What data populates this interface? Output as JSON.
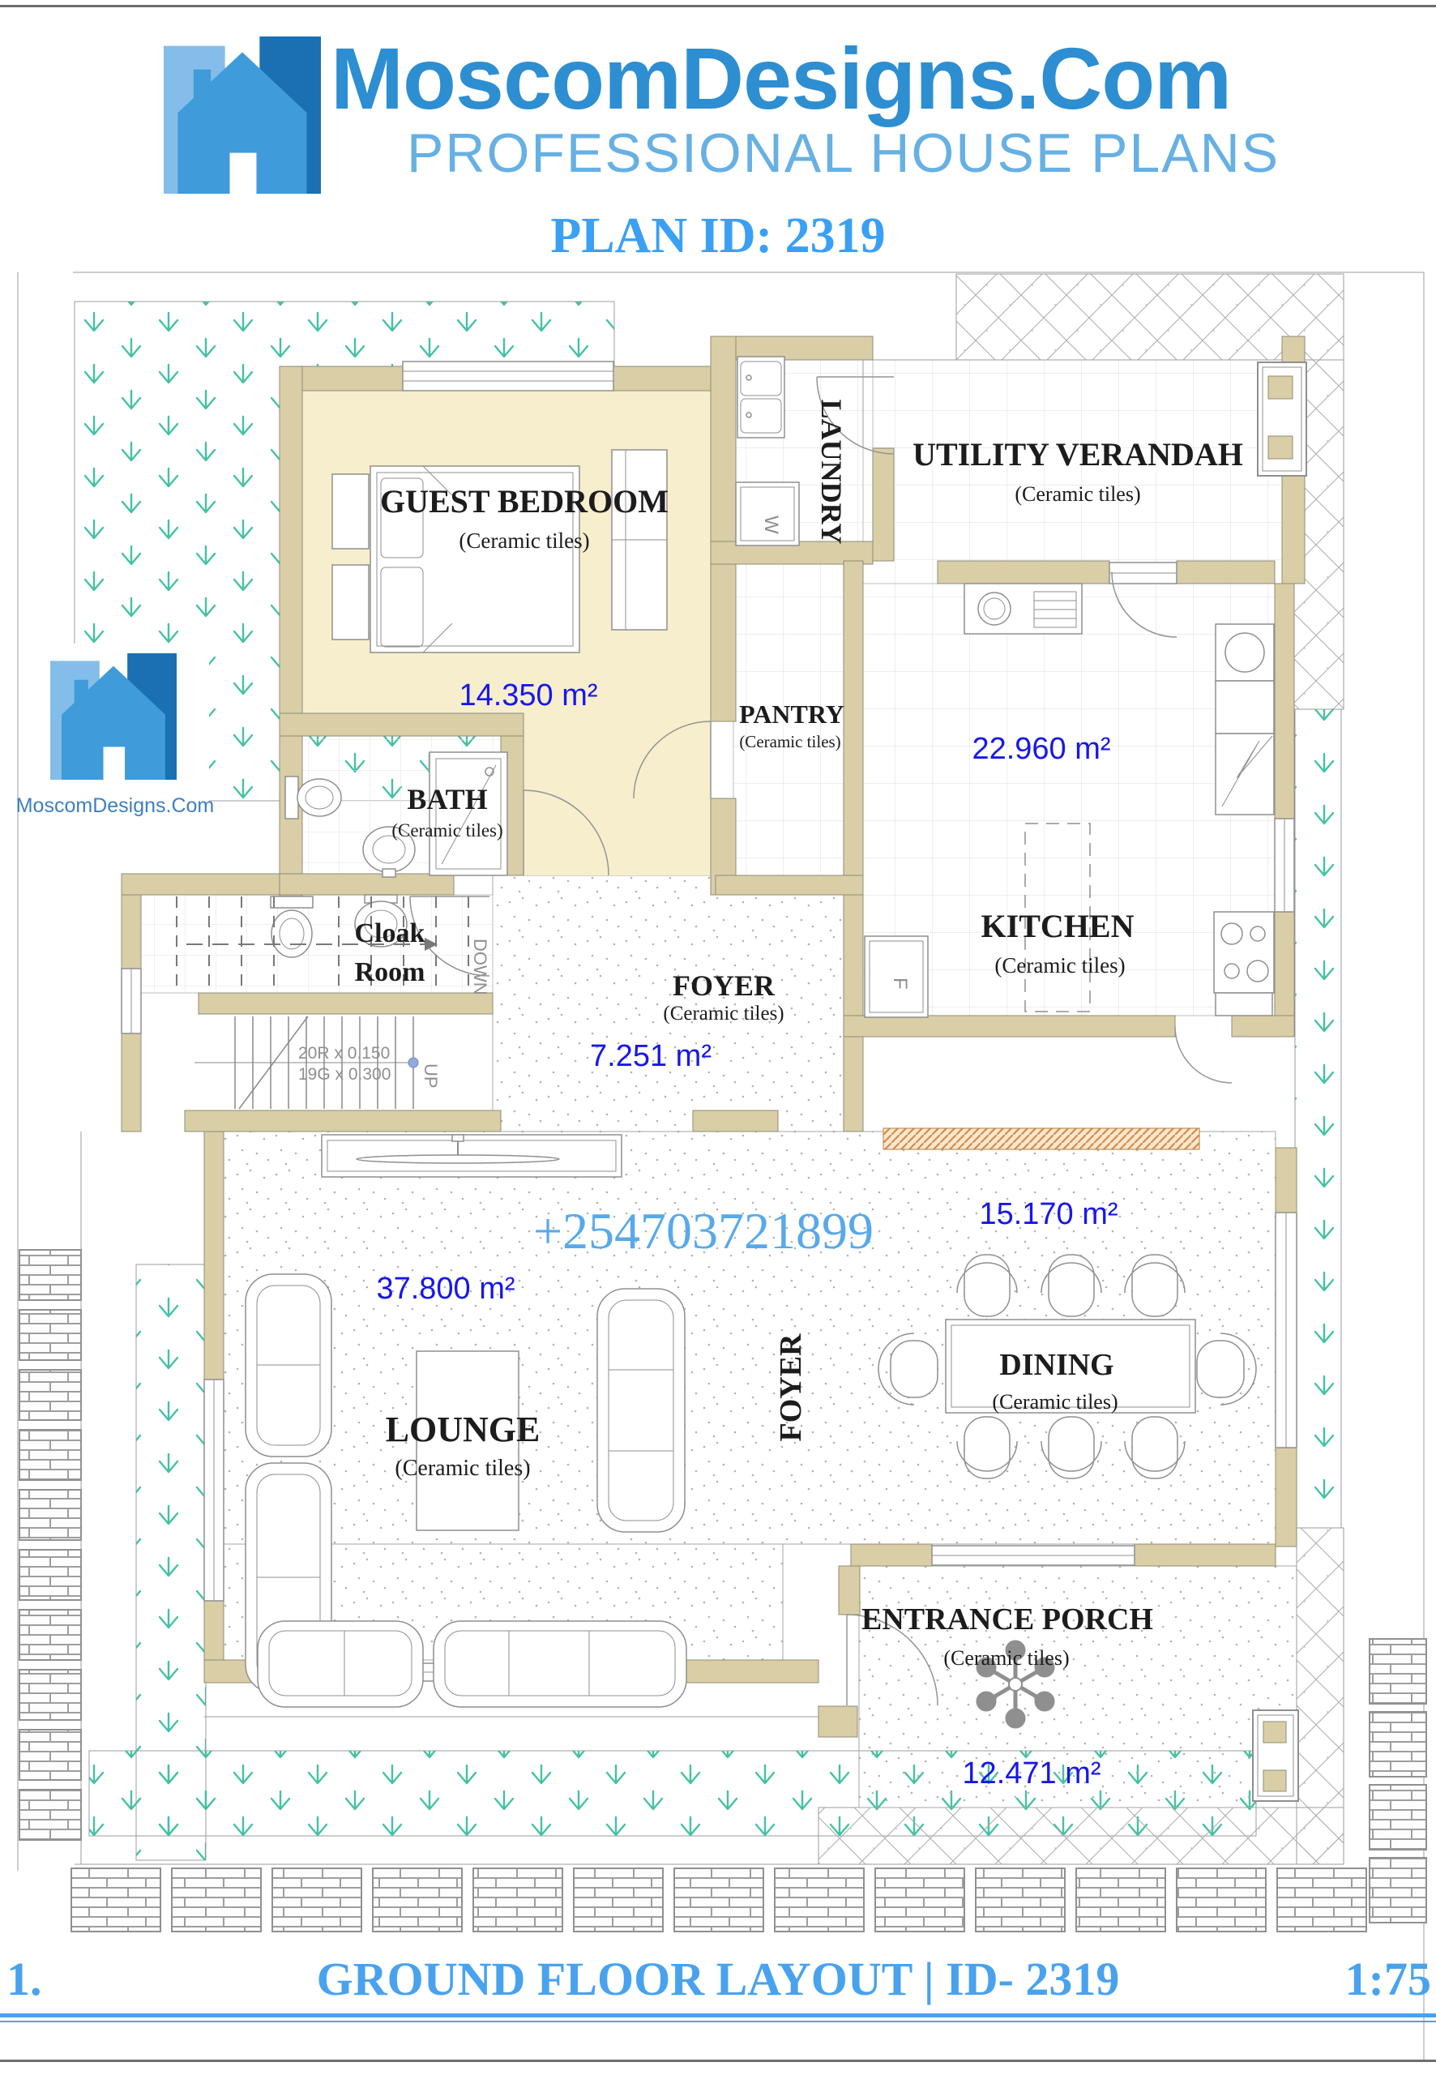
{
  "header": {
    "brand": "MoscomDesigns.Com",
    "tagline": "PROFESSIONAL HOUSE PLANS",
    "plan_id": "PLAN ID: 2319"
  },
  "watermark": {
    "brand": "MoscomDesigns.Com"
  },
  "contact": {
    "phone": "+254703721899"
  },
  "rooms": {
    "guest_bedroom": {
      "name": "GUEST BEDROOM",
      "finish": "(Ceramic tiles)",
      "area": "14.350 m²"
    },
    "bath": {
      "name": "BATH",
      "finish": "(Ceramic tiles)"
    },
    "cloak_room": {
      "line1": "Cloak",
      "line2": "Room"
    },
    "laundry": {
      "name": "LAUNDRY"
    },
    "utility_verandah": {
      "name": "UTILITY VERANDAH",
      "finish": "(Ceramic tiles)"
    },
    "pantry": {
      "name": "PANTRY",
      "finish": "(Ceramic tiles)"
    },
    "kitchen": {
      "name": "KITCHEN",
      "finish": "(Ceramic tiles)",
      "area": "22.960 m²"
    },
    "foyer": {
      "name": "FOYER",
      "finish": "(Ceramic tiles)",
      "area": "7.251 m²"
    },
    "lounge": {
      "name": "LOUNGE",
      "finish": "(Ceramic tiles)",
      "area": "37.800 m²"
    },
    "dining": {
      "name": "DINING",
      "finish": "(Ceramic tiles)",
      "area": "15.170 m²"
    },
    "entrance_porch": {
      "name": "ENTRANCE PORCH",
      "finish": "(Ceramic tiles)",
      "area": "12.471 m²"
    }
  },
  "stairs": {
    "risers": "20R x 0.150",
    "goings": "19G x 0.300",
    "up": "UP",
    "down": "DOWN"
  },
  "appliances": {
    "washer": "W",
    "fridge": "F"
  },
  "footer": {
    "sheet_no": "1.",
    "title": "GROUND FLOOR LAYOUT | ID- 2319",
    "scale": "1:75"
  },
  "colors": {
    "brand_blue": "#2d8ed2",
    "light_blue": "#67b0e4",
    "plan_id_blue": "#3aa0f4",
    "area_blue": "#1717e9",
    "phone_blue": "#58a9ea",
    "footer_blue": "#49a2ee",
    "wall_tan": "#d9cea6",
    "bedroom_cream": "#f7eecd",
    "grass_teal": "#43c2a3"
  }
}
